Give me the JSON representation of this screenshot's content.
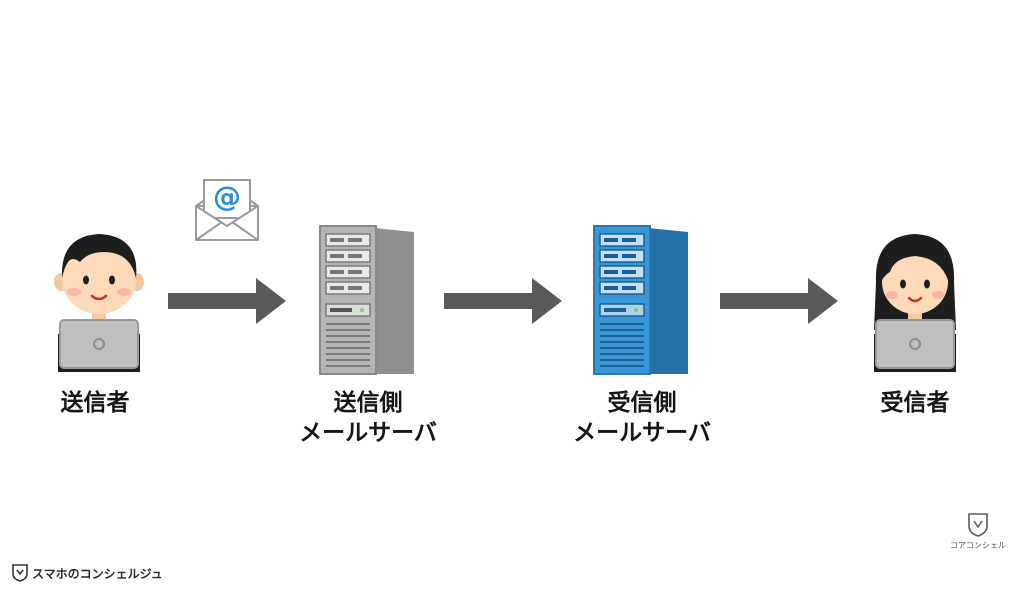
{
  "nodes": [
    {
      "id": "sender",
      "label_lines": [
        "送信者"
      ]
    },
    {
      "id": "sending_server",
      "label_lines": [
        "送信側",
        "メールサーバ"
      ]
    },
    {
      "id": "receiving_server",
      "label_lines": [
        "受信側",
        "メールサーバ"
      ]
    },
    {
      "id": "receiver",
      "label_lines": [
        "受信者"
      ]
    }
  ],
  "email_icon_symbol": "@",
  "watermark_left": "スマホのコンシェルジュ",
  "watermark_right": "コアコンシェル",
  "colors": {
    "arrow": "#5a5a5a",
    "sending_server": "#a9a9a9",
    "receiving_server": "#3b96d6",
    "envelope_at": "#2a8fd4",
    "laptop": "#b8b8b8",
    "skin": "#fbd9b9",
    "hair": "#1e1e1e"
  },
  "icons": [
    "sender-person-icon",
    "receiver-person-icon",
    "laptop-icon",
    "email-envelope-icon",
    "sending-server-icon",
    "receiving-server-icon",
    "arrow-right-icon",
    "shield-logo-icon"
  ]
}
